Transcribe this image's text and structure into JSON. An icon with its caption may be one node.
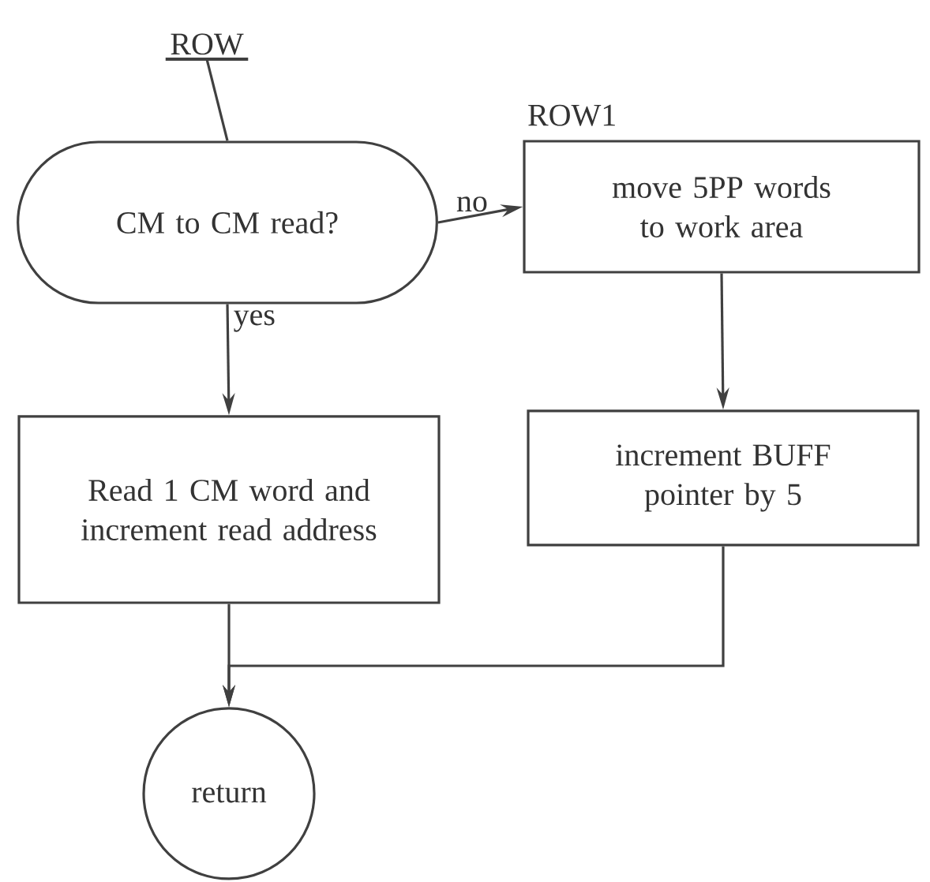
{
  "diagram": {
    "nodes": [
      {
        "text": [
          "ROW"
        ]
      },
      {
        "text": [
          "CM to CM read?"
        ]
      },
      {
        "text": [
          "ROW1",
          "move 5PP words to work area"
        ]
      },
      {
        "text": [
          "Read 1 CM word and increment read address"
        ]
      },
      {
        "text": [
          "increment BUFF pointer by 5"
        ]
      },
      {
        "text": [
          "return"
        ]
      }
    ],
    "edges": [
      {
        "from": 0,
        "to": 1,
        "arrow": "none"
      },
      {
        "from": 1,
        "to": 2,
        "arrow": "to",
        "label": "no"
      },
      {
        "from": 1,
        "to": 3,
        "arrow": "to",
        "label": "yes"
      },
      {
        "from": 2,
        "to": 4,
        "arrow": "to"
      },
      {
        "from": 3,
        "to": 5,
        "arrow": "to"
      },
      {
        "from": 4,
        "to": 5,
        "arrow": "to"
      }
    ]
  }
}
